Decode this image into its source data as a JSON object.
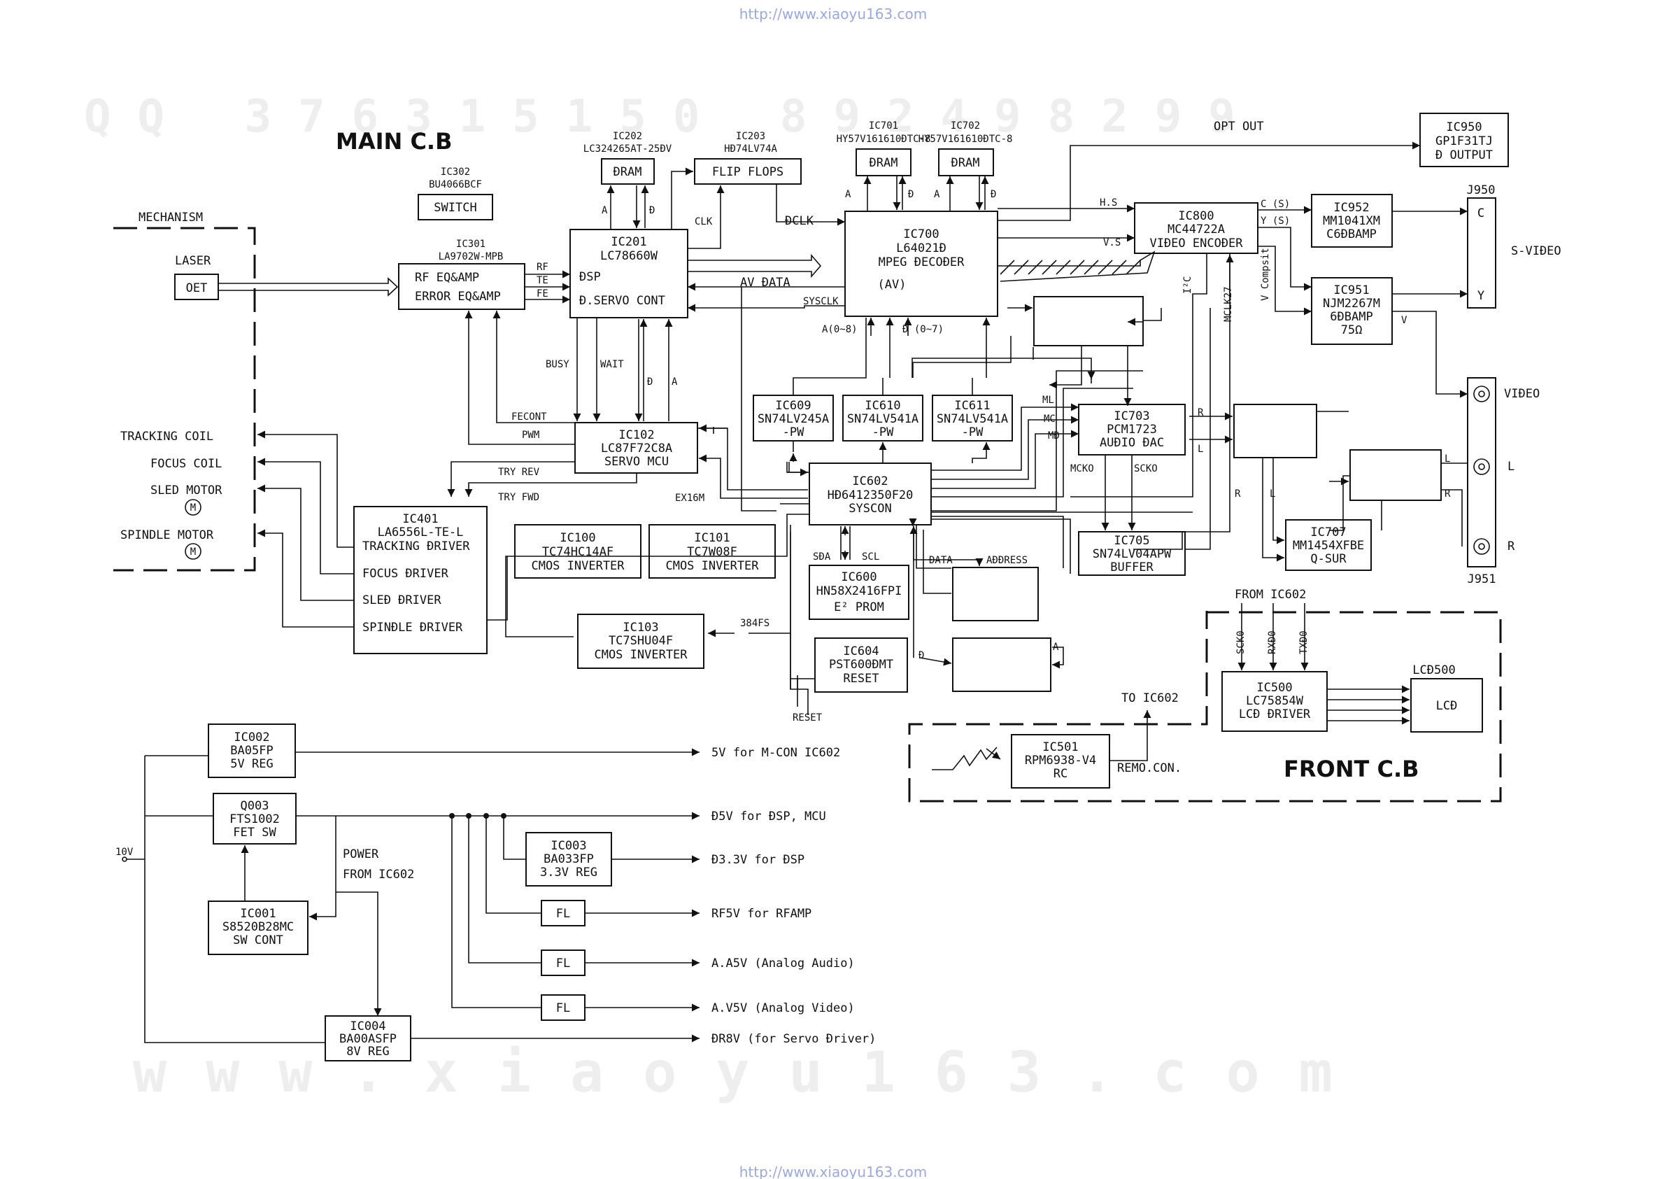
{
  "urls": {
    "top": "http://www.xiaoyu163.com",
    "bottom": "http://www.xiaoyu163.com"
  },
  "watermarks": {
    "qq_top": "QQ 376315150  892498299",
    "www_bottom": "www.xiaoyu163.com"
  },
  "boards": {
    "main": "MAIN C.B",
    "front": "FRONT C.B"
  },
  "mechanism": {
    "title": "MECHANISM",
    "laser": "LASER",
    "oet": "OET",
    "tracking_coil": "TRACKING COIL",
    "focus_coil": "FOCUS COIL",
    "sled_motor": "SLED MOTOR",
    "spindle_motor": "SPINDLE MOTOR",
    "motor_symbol": "M"
  },
  "chips": {
    "ic302": {
      "id": "IC302",
      "part": "BU4066BCF",
      "func": "SWITCH"
    },
    "ic301": {
      "id": "IC301",
      "part": "LA9702W-MPB",
      "func1": "RF EQ&AMP",
      "func2": "ERROR EQ&AMP"
    },
    "ic202": {
      "id": "IC202",
      "part": "LC324265AT-25ÐV",
      "func": "ÐRAM"
    },
    "ic203": {
      "id": "IC203",
      "part": "HÐ74LV74A",
      "func": "FLIP FLOPS"
    },
    "ic201": {
      "id": "IC201",
      "part": "LC78660W",
      "func1": "ÐSP",
      "func2": "Ð.SERVO CONT"
    },
    "ic701": {
      "id": "IC701",
      "part": "HY57V161610ÐTC-8",
      "func": "ÐRAM"
    },
    "ic702": {
      "id": "IC702",
      "part": "HY57V161610ÐTC-8",
      "func": "ÐRAM"
    },
    "ic700": {
      "id": "IC700",
      "part": "L64021Ð",
      "func": "MPEG ÐECOÐER",
      "sub": "(AV)"
    },
    "ic800": {
      "id": "IC800",
      "part": "MC44722A",
      "func": "VIÐEO ENCOÐER"
    },
    "ic950": {
      "id": "IC950",
      "part": "GP1F31TJ",
      "func": "Ð OUTPUT"
    },
    "ic952": {
      "id": "IC952",
      "part": "MM1041XM",
      "func": "C6ÐBAMP"
    },
    "ic951": {
      "id": "IC951",
      "part": "NJM2267M",
      "func": "6ÐBAMP",
      "sub": "75Ω"
    },
    "j950": {
      "id": "J950",
      "c": "C",
      "y": "Y",
      "label": "S-VIÐEO"
    },
    "j951": {
      "id": "J951",
      "video": "VIÐEO",
      "l": "L",
      "r": "R"
    },
    "ic102": {
      "id": "IC102",
      "part": "LC87F72C8A",
      "func": "SERVO MCU"
    },
    "ic609": {
      "id": "IC609",
      "part": "SN74LV245A",
      "sub": "-PW"
    },
    "ic610": {
      "id": "IC610",
      "part": "SN74LV541A",
      "sub": "-PW"
    },
    "ic611": {
      "id": "IC611",
      "part": "SN74LV541A",
      "sub": "-PW"
    },
    "ic703": {
      "id": "IC703",
      "part": "PCM1723",
      "func": "AUÐIO ÐAC"
    },
    "ic602": {
      "id": "IC602",
      "part": "HÐ6412350F20",
      "func": "SYSCON"
    },
    "ic705": {
      "id": "IC705",
      "part": "SN74LV04APW",
      "func": "BUFFER"
    },
    "ic707": {
      "id": "IC707",
      "part": "MM1454XFBE",
      "func": "Q-SUR"
    },
    "ic401": {
      "id": "IC401",
      "part": "LA6556L-TE-L",
      "func1": "TRACKING  ÐRIVER",
      "func2": "FOCUS   ÐRIVER",
      "func3": "SLEÐ  ÐRIVER",
      "func4": "SPINÐLE ÐRIVER"
    },
    "ic100": {
      "id": "IC100",
      "part": "TC74HC14AF",
      "func": "CMOS INVERTER"
    },
    "ic101": {
      "id": "IC101",
      "part": "TC7W08F",
      "func": "CMOS INVERTER"
    },
    "ic600": {
      "id": "IC600",
      "part": "HN58X2416FPI",
      "func": "E² PROM"
    },
    "ic103": {
      "id": "IC103",
      "part": "TC7SHU04F",
      "func": "CMOS INVERTER"
    },
    "ic604": {
      "id": "IC604",
      "part": "PST600ÐMT",
      "func": "RESET"
    },
    "ic500": {
      "id": "IC500",
      "part": "LC75854W",
      "func": "LCÐ ÐRIVER"
    },
    "lcd500": {
      "id": "LCÐ500",
      "func": "LCÐ"
    },
    "ic501": {
      "id": "IC501",
      "part": "RPM6938-V4",
      "func": "RC"
    },
    "ic002": {
      "id": "IC002",
      "part": "BA05FP",
      "func": "5V REG"
    },
    "q003": {
      "id": "Q003",
      "part": "FTS1002",
      "func": "FET SW"
    },
    "ic001": {
      "id": "IC001",
      "part": "S8520B28MC",
      "func": "SW CONT"
    },
    "ic003": {
      "id": "IC003",
      "part": "BA033FP",
      "func": "3.3V REG"
    },
    "ic004": {
      "id": "IC004",
      "part": "BA00ASFP",
      "func": "8V REG"
    },
    "fl": "FL"
  },
  "signals": {
    "rf": "RF",
    "te": "TE",
    "fe": "FE",
    "a": "A",
    "d": "Ð",
    "clk": "CLK",
    "dclk": "ÐCLK",
    "av_data": "AV ÐATA",
    "sysclk": "SYSCLK",
    "a0_8": "A(0~8)",
    "d0_7": "Ð (0~7)",
    "opt_out": "OPT OUT",
    "hs": "H.S",
    "vs": "V.S",
    "cs": "C (S)",
    "ys": "Y (S)",
    "vcompsit": "V Compsit",
    "v": "V",
    "i2c": "I²C",
    "mclk27": "MCLK27",
    "busy": "BUSY",
    "wait": "WAIT",
    "fecont": "FECONT",
    "pwm": "PWM",
    "try_rev": "TRY REV",
    "try_fwd": "TRY FWD",
    "ex16m": "EX16M",
    "ml": "ML",
    "mc": "MC",
    "md": "MÐ",
    "mcko": "MCKO",
    "scko": "SCKO",
    "r": "R",
    "l": "L",
    "sda": "SÐA",
    "scl": "SCL",
    "data": "ÐATA",
    "address": "AÐÐRESS",
    "fs384": "384FS",
    "reset": "RESET",
    "from_ic602": "FROM  IC602",
    "sck0": "SCK0",
    "rxd0": "RXÐ0",
    "txd0": "TXÐ0",
    "to_ic602": "TO  IC602",
    "remo_con": "REMO.CON.",
    "power_from": "POWER",
    "power_from2": "FROM  IC602",
    "v10": "10V"
  },
  "rails": {
    "r5v": "5V  for  M-CON  IC602",
    "d5v": "Ð5V  for  ÐSP, MCU",
    "d33v": "Ð3.3V  for  ÐSP",
    "rf5v": "RF5V  for  RFAMP",
    "aa5v": "A.A5V  (Analog  Audio)",
    "av5v": "A.V5V  (Analog  Video)",
    "dr8v": "ÐR8V  (for  Servo  Ðriver)"
  }
}
